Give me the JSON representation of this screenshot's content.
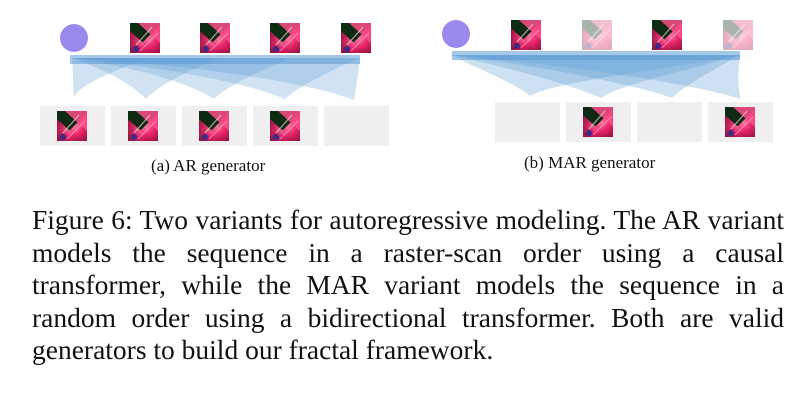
{
  "figure": {
    "ar": {
      "subcaption": "(a) AR generator",
      "inputs": [
        "start-token",
        "petal-image",
        "petal-image",
        "petal-image",
        "petal-image"
      ],
      "outputs": [
        "petal-image",
        "petal-image",
        "petal-image",
        "petal-image",
        "empty-slot"
      ]
    },
    "mar": {
      "subcaption": "(b) MAR generator",
      "inputs": [
        "start-token",
        "petal-image",
        "petal-image-faded",
        "petal-image",
        "petal-image-faded"
      ],
      "outputs": [
        "empty-slot",
        "petal-image",
        "empty-slot",
        "petal-image"
      ]
    },
    "colors": {
      "start_token": "#9b88ec",
      "arrow_fill": "#5b9bd5",
      "slot_fill": "#efefef"
    }
  },
  "caption": {
    "text": "Figure 6: Two variants for autoregressive modeling. The AR variant models the sequence in a raster-scan order using a causal transformer, while the MAR variant models the sequence in a random order using a bidirectional transformer. Both are valid generators to build our fractal framework."
  }
}
